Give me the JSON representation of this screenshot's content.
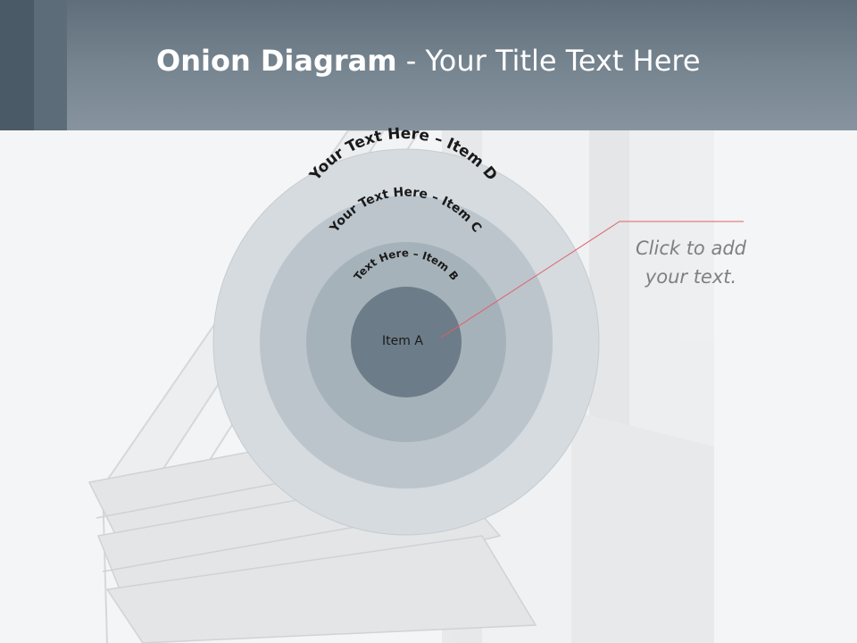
{
  "slide": {
    "title_bold": "Onion Diagram",
    "title_rest": " - Your Title Text Here"
  },
  "onion": {
    "rings": [
      {
        "label": "Your Text Here – Item D",
        "color": "#d5dbdf"
      },
      {
        "label": "Your Text Here – Item C",
        "color": "#bcc5cc"
      },
      {
        "label": "Text Here – Item B",
        "color": "#a6b2ba"
      },
      {
        "label": "Item A",
        "color": "#6c7c88"
      }
    ]
  },
  "callout": {
    "text": "Click  to add your text.",
    "line_color": "#e0606a"
  },
  "colors": {
    "header": "#75848f",
    "background": "#f4f5f6",
    "label_text": "#1a1a1a"
  }
}
